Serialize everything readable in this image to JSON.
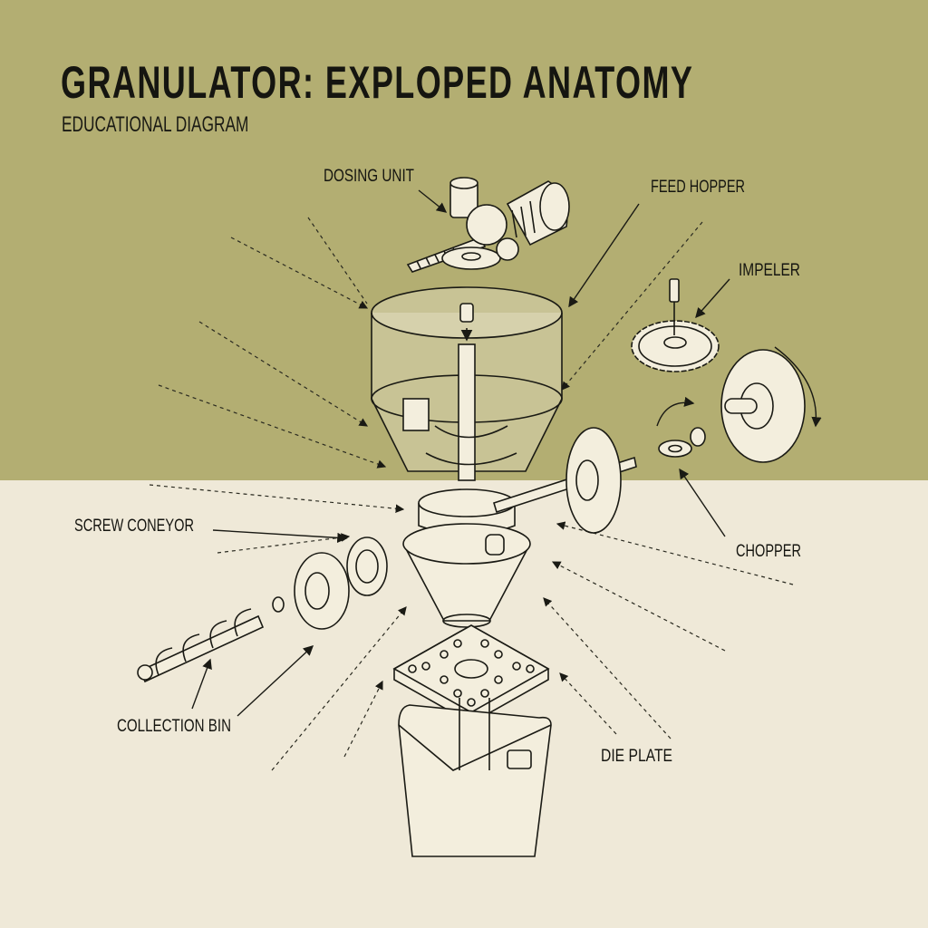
{
  "title": "GRANULATOR: EXPLOPED ANATOMY",
  "subtitle": "EDUCATIONAL DIAGRAM",
  "labels": {
    "dosing_unit": "DOSING UNIT",
    "feed_hopper": "FEED HOPPER",
    "impeler": "IMPELER",
    "chopper": "CHOPPER",
    "screw_conveyor": "SCREW CONEYOR",
    "collection_bin": "COLLECTION BIN",
    "die_plate": "DIE PLATE"
  },
  "colors": {
    "top_background": "#b3ae72",
    "bottom_background": "#efe9d8",
    "ink": "#1a1a14",
    "part_fill": "#f3eedd"
  }
}
